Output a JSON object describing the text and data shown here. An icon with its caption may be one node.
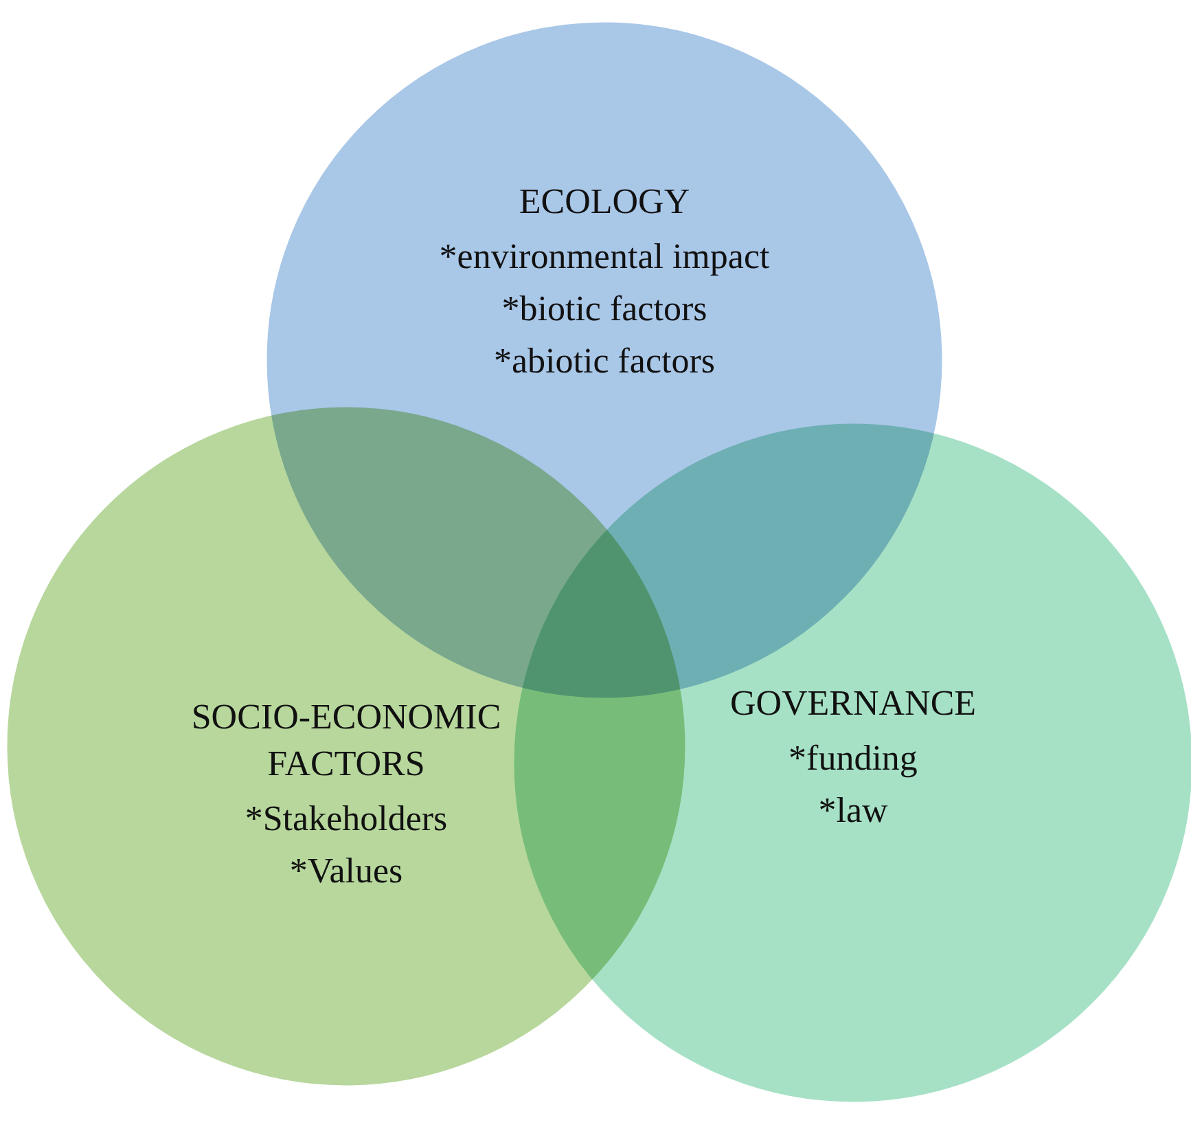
{
  "diagram": {
    "nodes": [
      {
        "text": [
          "ECOLOGY",
          "*environmental impact",
          "*biotic factors",
          "*abiotic factors"
        ]
      },
      {
        "text": [
          "SOCIO-ECONOMIC FACTORS",
          "*Stakeholders",
          "*Values"
        ]
      },
      {
        "text": [
          "GOVERNANCE",
          "*funding",
          "*law"
        ]
      }
    ]
  }
}
